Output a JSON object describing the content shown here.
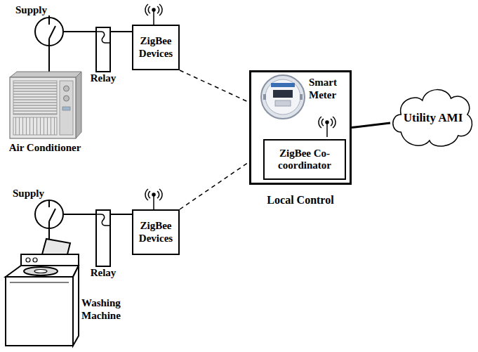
{
  "diagram": {
    "nodes": [
      {
        "text": [
          "Relay"
        ]
      },
      {
        "text": [
          "ZigBee Devices"
        ]
      },
      {
        "text": [
          "Local Control"
        ]
      },
      {
        "text": [
          "ZigBee Co-coordinator"
        ],
        "in": 2
      },
      {
        "text": [
          "Utility AMI"
        ]
      },
      {
        "text": [
          "Relay"
        ]
      },
      {
        "text": [
          "ZigBee Devices"
        ]
      }
    ],
    "edges": [
      {
        "from": 0,
        "to": 1,
        "arrow": "none"
      },
      {
        "from": 1,
        "to": 2,
        "arrow": "none"
      },
      {
        "from": 5,
        "to": 6,
        "arrow": "none"
      },
      {
        "from": 6,
        "to": 2,
        "arrow": "none"
      },
      {
        "from": 2,
        "to": 4,
        "arrow": "none"
      }
    ],
    "labels": [
      "Supply",
      "Air Conditioner",
      "Smart Meter",
      "Supply",
      "Washing Machine"
    ]
  }
}
